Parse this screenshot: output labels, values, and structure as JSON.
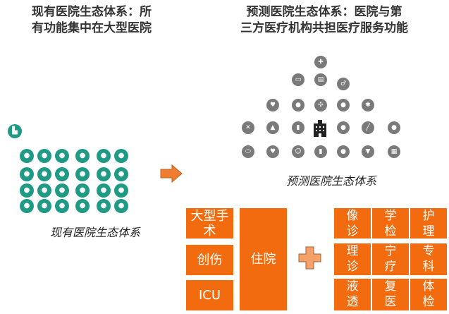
{
  "left": {
    "title_line1": "现有医院生态体系：所",
    "title_line2": "有功能集中在大型医院",
    "caption": "现有医院生态体系"
  },
  "right": {
    "title_line1": "预测医院生态体系：医院与第",
    "title_line2": "三方医疗机构共担医疗服务功能",
    "caption": "预测医院生态体系"
  },
  "hospital_blocks": {
    "surgery": "大型手术",
    "trauma": "创伤",
    "icu": "ICU",
    "inpatient": "住院"
  },
  "third_party_cells": [
    [
      "像",
      "诊"
    ],
    [
      "学",
      "检"
    ],
    [
      "护",
      "理"
    ],
    [
      "理",
      "诊"
    ],
    [
      "宁",
      "疗"
    ],
    [
      "专",
      "科"
    ],
    [
      "液",
      "透"
    ],
    [
      "复",
      "医"
    ],
    [
      "体",
      "检"
    ]
  ],
  "colors": {
    "orange": "#f26b0f",
    "green": "#1f9a85",
    "gray": "#7a7a7a",
    "plus": "#f4a26a"
  }
}
